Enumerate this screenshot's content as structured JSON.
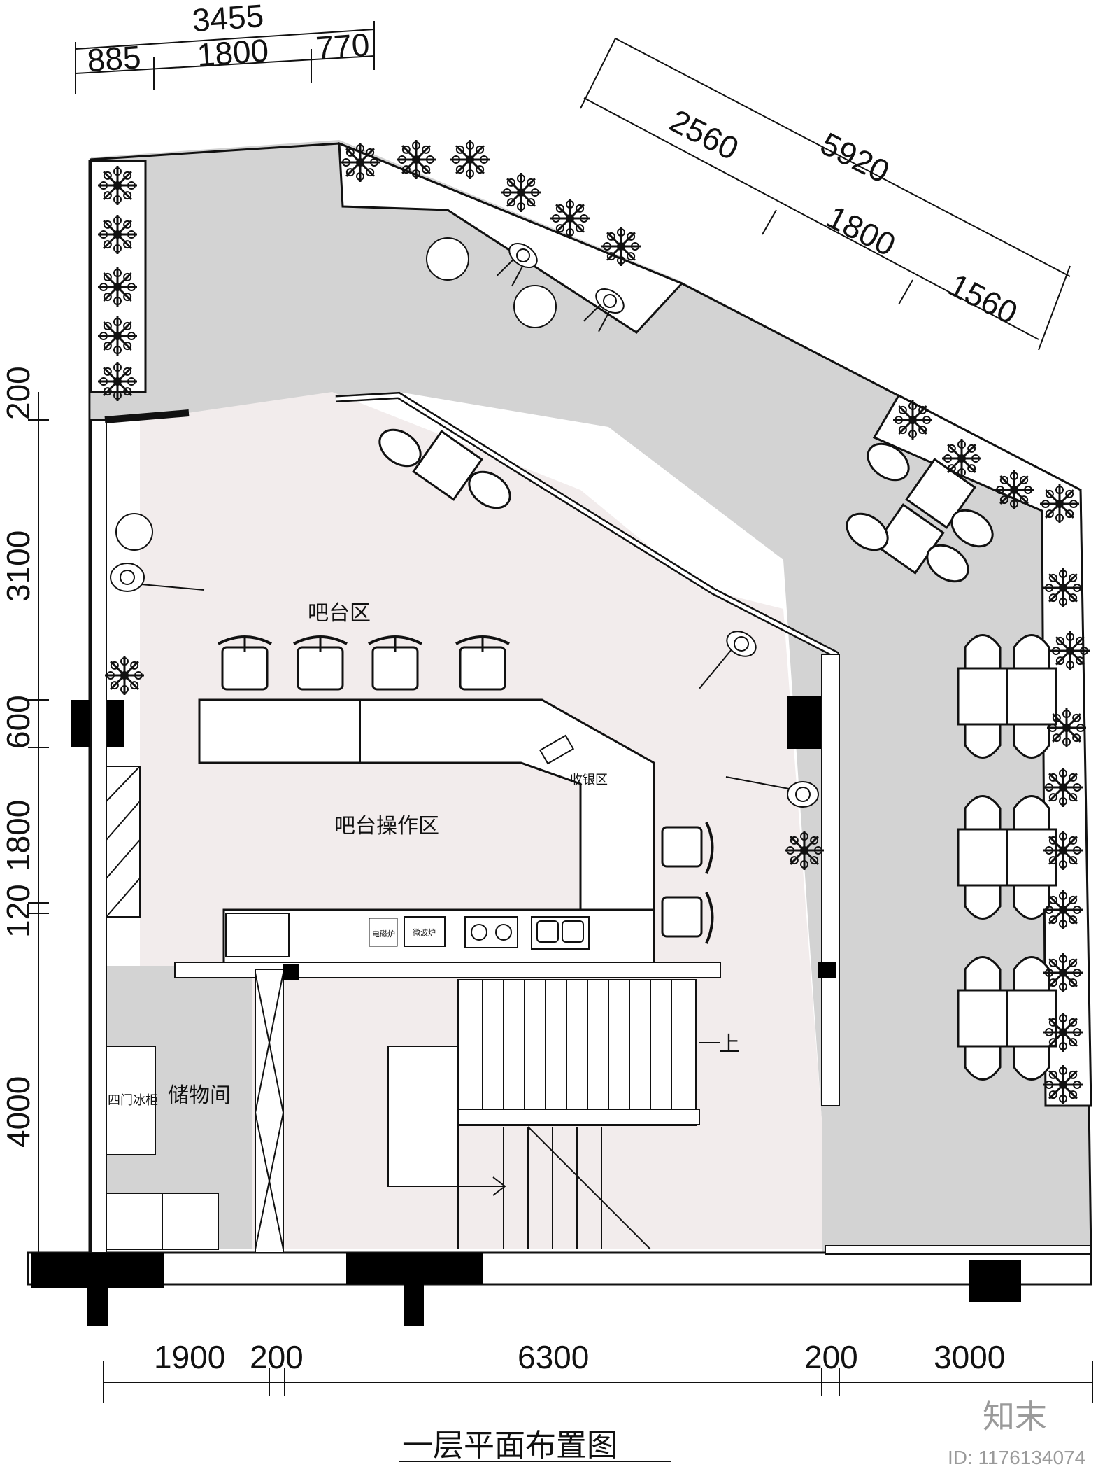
{
  "drawing": {
    "title": "一层平面布置图",
    "watermark_logo": "知末",
    "image_id": "ID: 1176134074",
    "colors": {
      "outdoor_floor": "#d3d3d3",
      "indoor_floor": "#f2ecec",
      "wall_fill": "#ffffff",
      "column_fill": "#000000",
      "line": "#111111"
    }
  },
  "dimensions": {
    "top_total": "3455",
    "top_parts": [
      "885",
      "1800",
      "770"
    ],
    "diag_total": "5920",
    "diag_parts": [
      "2560",
      "1800",
      "1560"
    ],
    "left_parts": [
      "200",
      "3100",
      "600",
      "1800",
      "120",
      "4000"
    ],
    "bottom_parts": [
      "1900",
      "200",
      "6300",
      "200",
      "3000"
    ]
  },
  "rooms": {
    "bar_seating": "吧台区",
    "bar_operation": "吧台操作区",
    "cashier": "收银区",
    "storage": "储物间",
    "fridge": "四门冰柜",
    "induction_cooker": "电磁炉",
    "microwave": "微波炉",
    "stair_up": "上"
  },
  "icons": [
    "tree-icon",
    "person-icon",
    "chair-icon",
    "table-icon",
    "stool-icon",
    "sink-icon",
    "stove-icon",
    "stair-arrow-icon"
  ]
}
